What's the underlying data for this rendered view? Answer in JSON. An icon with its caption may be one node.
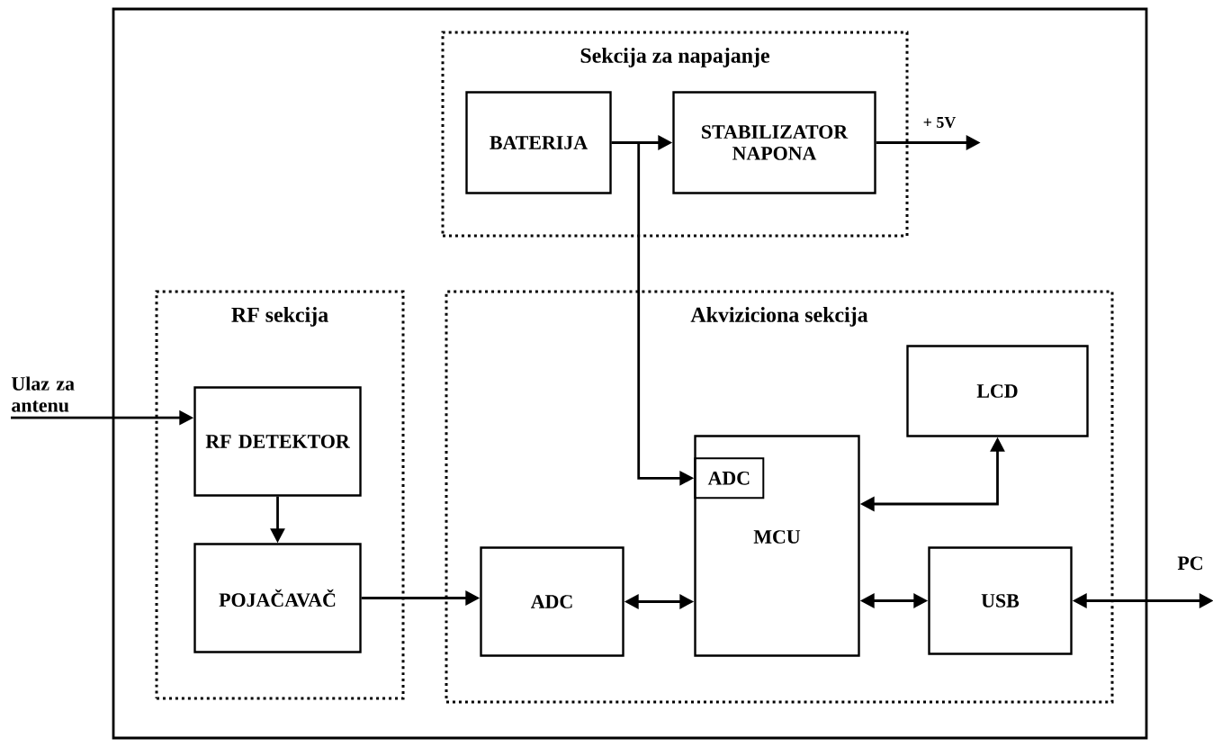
{
  "diagram": {
    "nodes": [
      {
        "text": [
          "Sekcija za napajanje"
        ]
      },
      {
        "text": [
          "BATERIJA"
        ],
        "in": 0
      },
      {
        "text": [
          "STABILIZATOR NAPONA"
        ],
        "in": 0
      },
      {
        "text": [
          "RF sekcija"
        ]
      },
      {
        "text": [
          "RF DETEKTOR"
        ],
        "in": 3
      },
      {
        "text": [
          "POJAČAVAČ"
        ],
        "in": 3
      },
      {
        "text": [
          "Akviziciona sekcija"
        ]
      },
      {
        "text": [
          "LCD"
        ],
        "in": 6
      },
      {
        "text": [
          "MCU"
        ],
        "in": 6
      },
      {
        "text": [
          "ADC"
        ],
        "in": 8
      },
      {
        "text": [
          "ADC"
        ],
        "in": 6
      },
      {
        "text": [
          "USB"
        ],
        "in": 6
      },
      {
        "text": [
          "Ulaz za antenu"
        ]
      },
      {
        "text": [
          "PC"
        ]
      }
    ],
    "edges": [
      {
        "from": 12,
        "to": 4,
        "arrow": "to"
      },
      {
        "from": 4,
        "to": 5,
        "arrow": "to"
      },
      {
        "from": 5,
        "to": 10,
        "arrow": "to"
      },
      {
        "from": 10,
        "to": 8,
        "arrow": "both"
      },
      {
        "from": 8,
        "to": 11,
        "arrow": "both"
      },
      {
        "from": 8,
        "to": 7,
        "arrow": "both"
      },
      {
        "from": 11,
        "to": 13,
        "arrow": "both"
      },
      {
        "from": 1,
        "to": 2,
        "arrow": "to"
      },
      {
        "from": 1,
        "to": 9,
        "arrow": "to"
      },
      {
        "from": 2,
        "to": null,
        "arrow": "to",
        "label": "+ 5V"
      }
    ]
  }
}
